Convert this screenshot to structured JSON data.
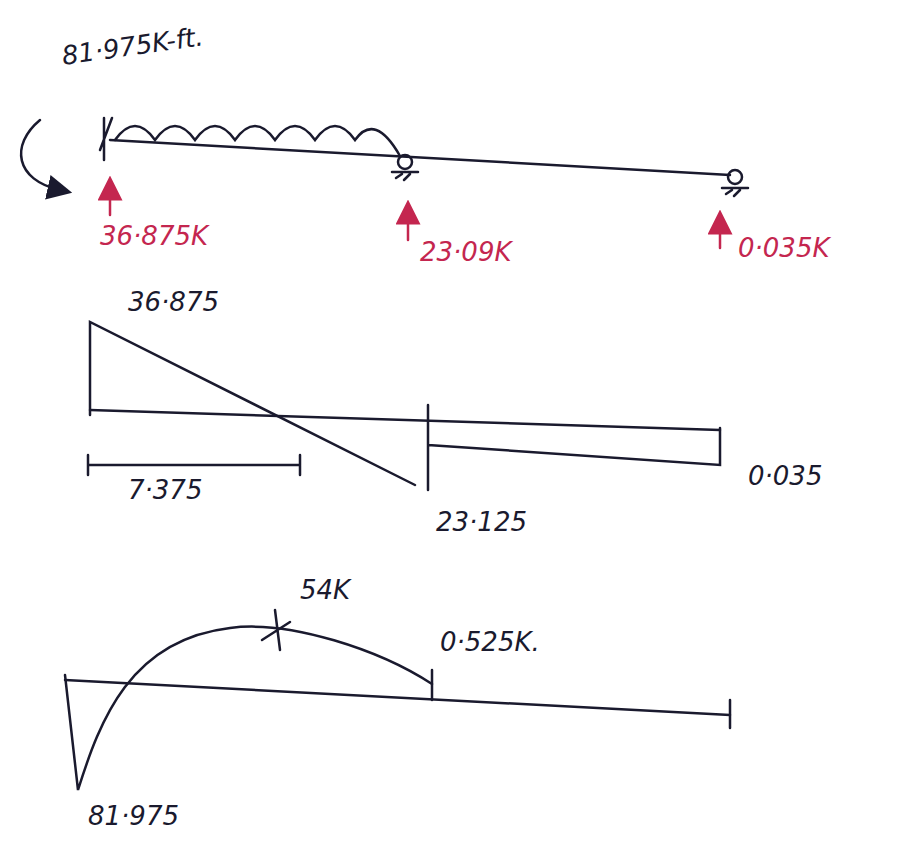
{
  "diagram": {
    "labels": [
      "81·975K-ft.",
      "36·875K",
      "23·09K",
      "0·035K",
      "36·875",
      "7·375",
      "23·125",
      "0·035",
      "54K",
      "0·525K.",
      "81·975"
    ]
  }
}
